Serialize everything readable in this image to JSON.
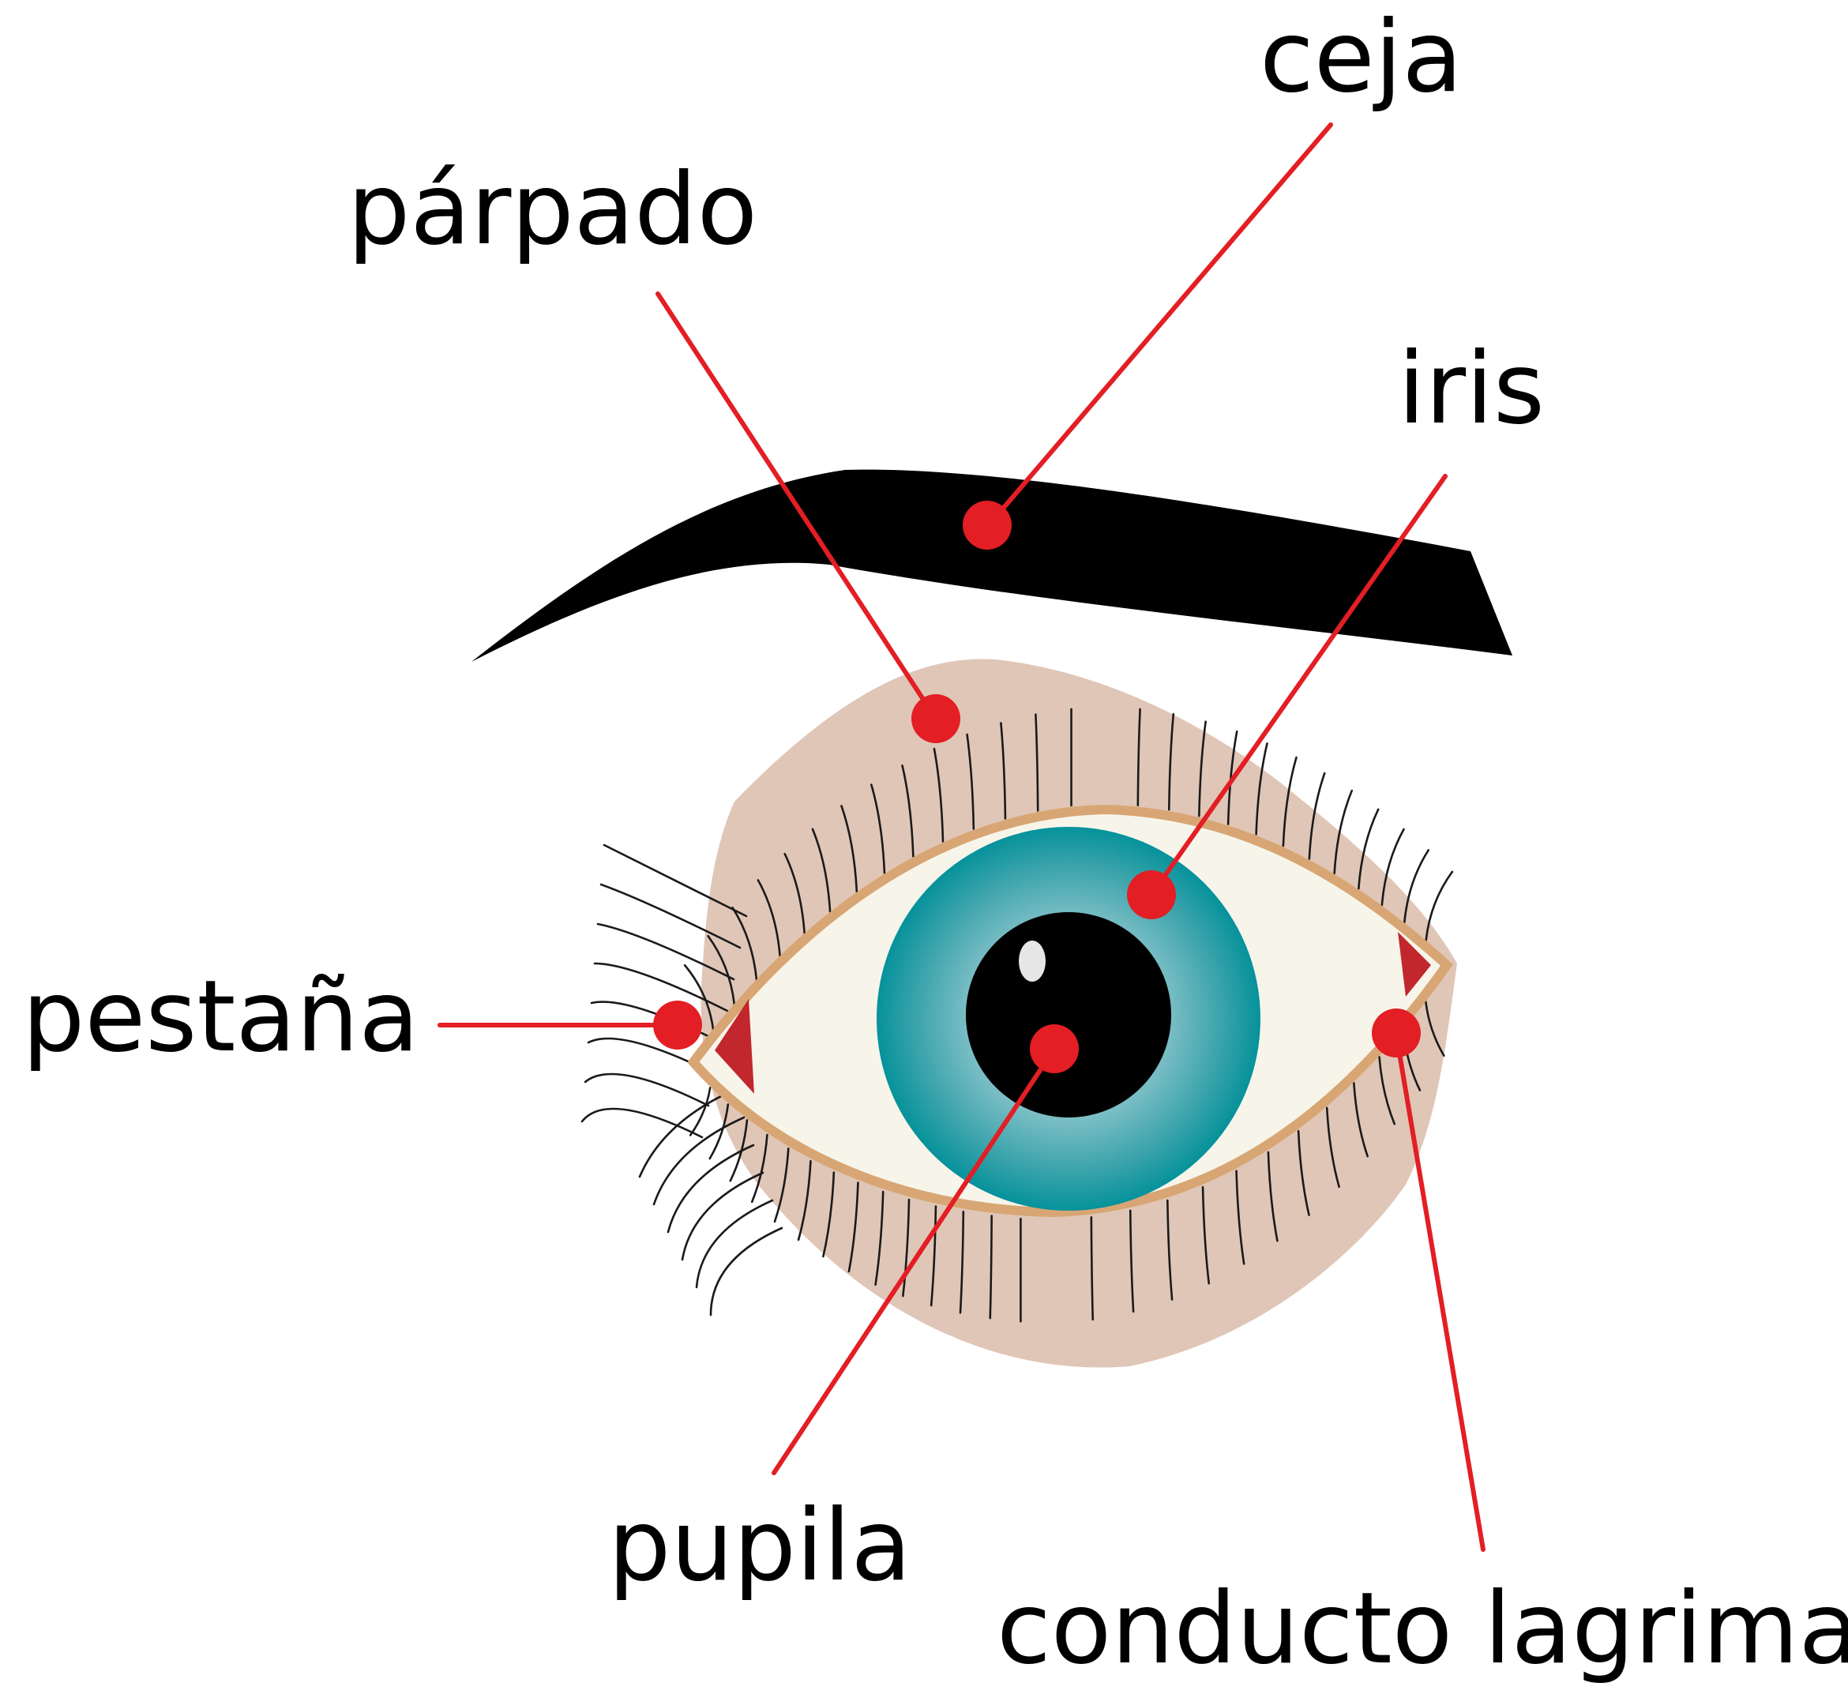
{
  "labels": {
    "ceja": "ceja",
    "parpado": "párpado",
    "iris": "iris",
    "pestana": "pestaña",
    "pupila": "pupila",
    "conducto_lagrimal": "conducto lagrimal"
  },
  "colors": {
    "leader_line": "#e31e24",
    "eyebrow": "#000000",
    "skin": "#e0c6b7",
    "sclera": "#f7f5ea",
    "lid_rim": "#d8a674",
    "iris_outer": "#06929b",
    "iris_inner": "#9ccfd6",
    "pupil": "#000000",
    "tear_duct": "#c1272d"
  },
  "icons": {
    "eye": "eye-illustration",
    "eyebrow": "eyebrow-shape"
  }
}
